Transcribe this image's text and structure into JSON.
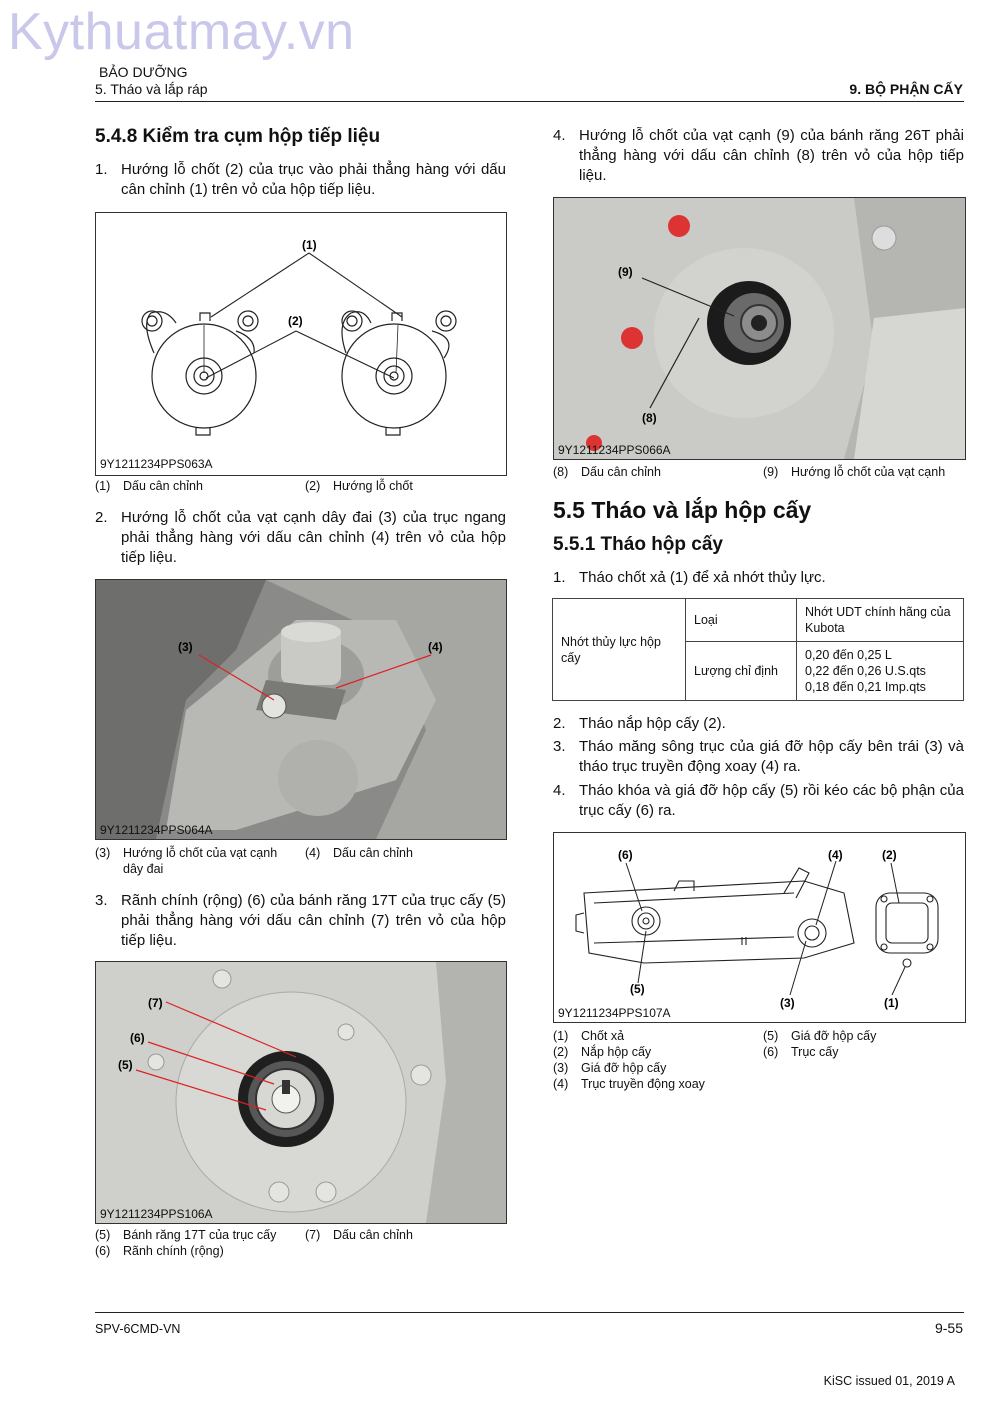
{
  "watermark": "Kythuatmay.vn",
  "header": {
    "section": "BẢO DƯỠNG",
    "subsection": "5. Tháo và lắp ráp",
    "chapter": "9. BỘ PHẬN CẤY"
  },
  "left": {
    "heading": "5.4.8 Kiểm tra cụm hộp tiếp liệu",
    "step1": {
      "num": "1.",
      "text": "Hướng lỗ chốt (2) của trục vào phải thẳng hàng với dấu cân chỉnh (1) trên vỏ của hộp tiếp liệu."
    },
    "fig1": {
      "code": "9Y1211234PPS063A",
      "label1": "(1)",
      "label2": "(2)",
      "captions": [
        {
          "n": "(1)",
          "t": "Dấu cân chỉnh"
        },
        {
          "n": "(2)",
          "t": "Hướng lỗ chốt"
        }
      ]
    },
    "step2": {
      "num": "2.",
      "text": "Hướng lỗ chốt của vạt cạnh dây đai (3) của trục ngang phải thẳng hàng với dấu cân chỉnh (4) trên vỏ của hộp tiếp liệu."
    },
    "fig2": {
      "code": "9Y1211234PPS064A",
      "label3": "(3)",
      "label4": "(4)",
      "captions": [
        {
          "n": "(3)",
          "t": "Hướng lỗ chốt của vạt cạnh",
          "t2": "dây đai"
        },
        {
          "n": "(4)",
          "t": "Dấu cân chỉnh"
        }
      ]
    },
    "step3": {
      "num": "3.",
      "text": "Rãnh chính (rộng) (6) của bánh răng 17T của trục cấy (5) phải thẳng hàng với dấu cân chỉnh (7) trên vỏ của hộp tiếp liệu."
    },
    "fig3": {
      "code": "9Y1211234PPS106A",
      "label5": "(5)",
      "label6": "(6)",
      "label7": "(7)",
      "captions": [
        {
          "n": "(5)",
          "t": "Bánh răng 17T của trục cấy"
        },
        {
          "n": "(7)",
          "t": "Dấu cân chỉnh"
        },
        {
          "n": "(6)",
          "t": "Rãnh chính (rộng)"
        }
      ]
    }
  },
  "right": {
    "step4": {
      "num": "4.",
      "text": "Hướng lỗ chốt của vạt cạnh (9) của bánh răng 26T phải thẳng hàng với dấu cân chỉnh (8) trên vỏ của hộp tiếp liệu."
    },
    "fig4": {
      "code": "9Y1211234PPS066A",
      "label8": "(8)",
      "label9": "(9)",
      "captions": [
        {
          "n": "(8)",
          "t": "Dấu cân chỉnh"
        },
        {
          "n": "(9)",
          "t": "Hướng lỗ chốt của vạt cạnh"
        }
      ]
    },
    "heading55": "5.5 Tháo và lắp hộp cấy",
    "heading551": "5.5.1 Tháo hộp cấy",
    "s1": {
      "num": "1.",
      "text": "Tháo chốt xả (1) để xả nhớt thủy lực."
    },
    "table": {
      "rowhead": "Nhớt thủy lực hộp cấy",
      "k1": "Loại",
      "v1": "Nhớt UDT chính hãng của Kubota",
      "k2": "Lượng chỉ định",
      "v2a": "0,20 đến 0,25 L",
      "v2b": "0,22 đến 0,26 U.S.qts",
      "v2c": "0,18 đến 0,21 Imp.qts"
    },
    "s2": {
      "num": "2.",
      "text": "Tháo nắp hộp cấy (2)."
    },
    "s3": {
      "num": "3.",
      "text": "Tháo măng sông trục của giá đỡ hộp cấy bên trái (3) và tháo trục truyền động xoay (4) ra."
    },
    "s4": {
      "num": "4.",
      "text": "Tháo khóa và giá đỡ hộp cấy (5) rồi kéo các bộ phận của trục cấy (6) ra."
    },
    "fig5": {
      "code": "9Y1211234PPS107A",
      "l1": "(1)",
      "l2": "(2)",
      "l3": "(3)",
      "l4": "(4)",
      "l5": "(5)",
      "l6": "(6)",
      "captions": [
        {
          "n": "(1)",
          "t": "Chốt xả"
        },
        {
          "n": "(5)",
          "t": "Giá đỡ hộp cấy"
        },
        {
          "n": "(2)",
          "t": "Nắp hộp cấy"
        },
        {
          "n": "(6)",
          "t": "Trục cấy"
        },
        {
          "n": "(3)",
          "t": "Giá đỡ hộp cấy"
        },
        {
          "n": "(4)",
          "t": "Trục truyền động xoay"
        }
      ]
    }
  },
  "footer": {
    "doc": "SPV-6CMD-VN",
    "page": "9-55",
    "issued": "KiSC issued 01, 2019 A"
  }
}
